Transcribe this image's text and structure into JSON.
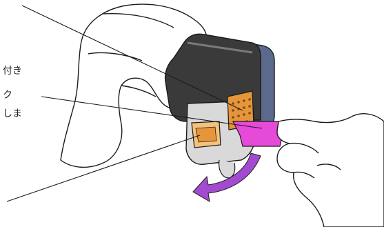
{
  "callouts": [
    {
      "label": "付き",
      "position": "upper"
    },
    {
      "label": "ク",
      "position": "middle"
    },
    {
      "label": "しま",
      "position": "lower"
    }
  ],
  "colors": {
    "outline": "#1a1a1a",
    "cartridge_body": "#3a3a3a",
    "cartridge_side": "#5b6a8c",
    "contact_copper": "#e6953a",
    "tape_pink": "#e64ad9",
    "arrow_purple": "#a24bd0",
    "background": "#ffffff"
  }
}
